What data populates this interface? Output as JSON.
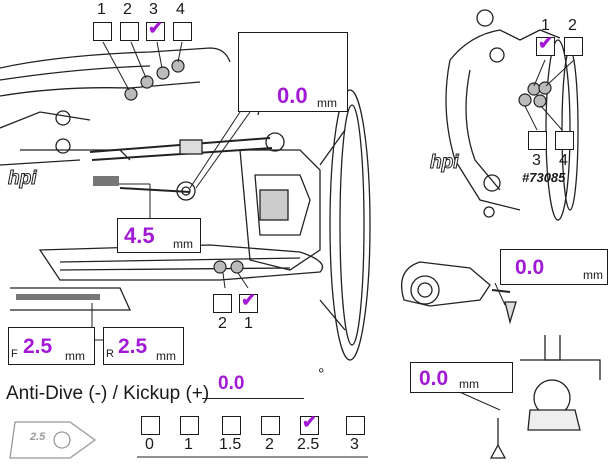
{
  "top_left_checks": {
    "labels": [
      "1",
      "2",
      "3",
      "4"
    ],
    "checked_index": 2
  },
  "top_right_checks": {
    "labels": [
      "1",
      "2",
      "3",
      "4"
    ],
    "checked_index": 0
  },
  "part_number": "#73085",
  "bottom_mid_checks": {
    "labels": [
      "2",
      "1"
    ],
    "checked_index": 1
  },
  "logo_text": "hpi",
  "measurements": {
    "top_gap": {
      "value": "0.0",
      "unit": "mm"
    },
    "link_length": {
      "value": "4.5",
      "unit": "mm"
    },
    "front": {
      "prefix": "F",
      "value": "2.5",
      "unit": "mm"
    },
    "rear": {
      "prefix": "R",
      "value": "2.5",
      "unit": "mm"
    },
    "right_top": {
      "value": "0.0",
      "unit": "mm"
    },
    "right_bottom": {
      "value": "0.0",
      "unit": "mm"
    }
  },
  "anti_dive": {
    "label": "Anti-Dive (-) / Kickup (+)",
    "value": "0.0",
    "unit": "°"
  },
  "kickup_options": {
    "labels": [
      "0",
      "1",
      "1.5",
      "2",
      "2.5",
      "3"
    ],
    "checked_index": 4
  },
  "part_badge": "2.5",
  "accent_color": "#a21ad6"
}
